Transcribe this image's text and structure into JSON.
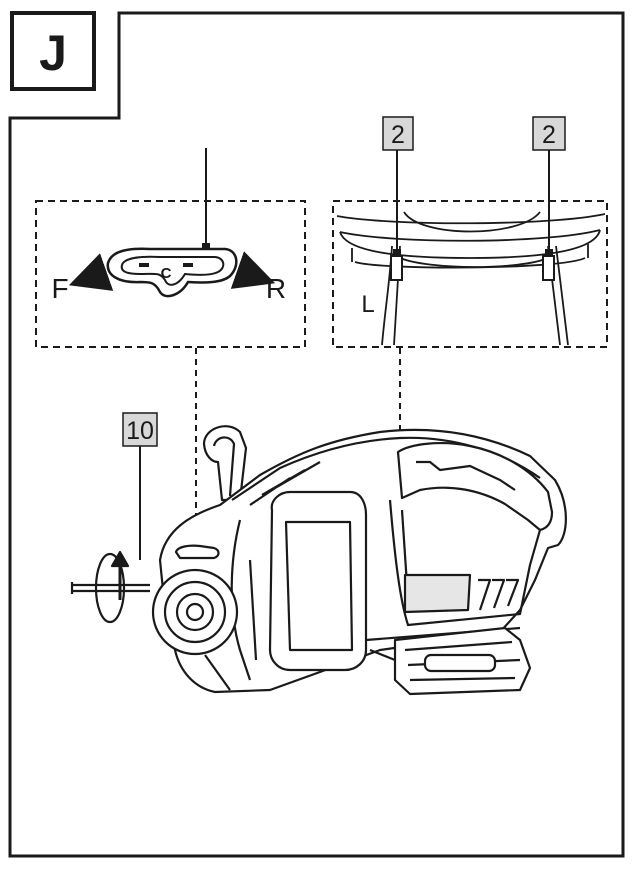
{
  "figure": {
    "letter": "J",
    "colors": {
      "line": "#1a1a1a",
      "callout_fill": "#d8d8d8",
      "background": "#ffffff"
    }
  },
  "callouts": [
    {
      "id": "label-2-left",
      "text": "2"
    },
    {
      "id": "label-2-right",
      "text": "2"
    },
    {
      "id": "label-10",
      "text": "10"
    }
  ],
  "switch_detail": {
    "forward_label": "F",
    "reverse_label": "R",
    "center_label": "C"
  },
  "handle_detail": {
    "side_label": "L"
  }
}
